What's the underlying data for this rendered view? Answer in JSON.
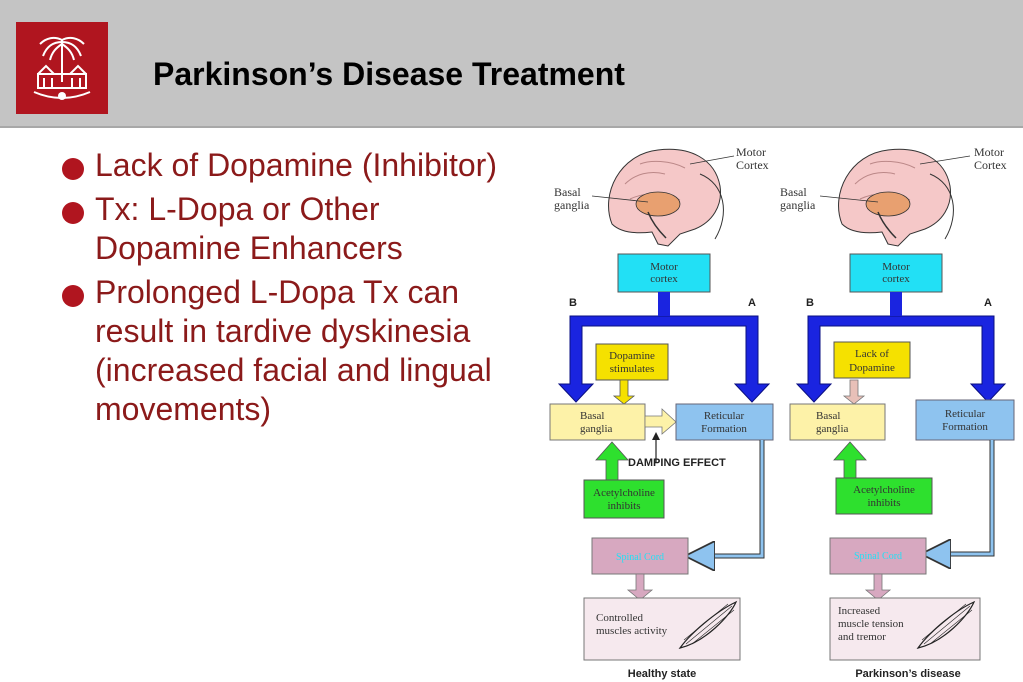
{
  "slide": {
    "title": "Parkinson’s Disease Treatment",
    "bullets": [
      "Lack of Dopamine (Inhibitor)",
      "Tx: L-Dopa or Other Dopamine Enhancers",
      "Prolonged L-Dopa Tx can result in tardive dyskinesia (increased facial and lingual movements)"
    ]
  },
  "diagram": {
    "healthy": {
      "motor_cortex_label": [
        "Motor",
        "Cortex"
      ],
      "basal_ganglia_label": [
        "Basal",
        "ganglia"
      ],
      "box_motor_cortex": [
        "Motor",
        "cortex"
      ],
      "path_b": "B",
      "path_a": "A",
      "box_dopamine": [
        "Dopamine",
        "stimulates"
      ],
      "box_basal": [
        "Basal",
        "ganglia"
      ],
      "box_reticular": [
        "Reticular",
        "Formation"
      ],
      "damping": "DAMPING EFFECT",
      "box_acetylcholine": [
        "Acetylcholine",
        "inhibits"
      ],
      "box_spinal": "Spinal Cord",
      "box_result": [
        "Controlled",
        "muscles activity"
      ],
      "caption": "Healthy state"
    },
    "disease": {
      "motor_cortex_label": [
        "Motor",
        "Cortex"
      ],
      "basal_ganglia_label": [
        "Basal",
        "ganglia"
      ],
      "box_motor_cortex": [
        "Motor",
        "cortex"
      ],
      "path_b": "B",
      "path_a": "A",
      "box_dopamine": [
        "Lack of",
        "Dopamine"
      ],
      "box_basal": [
        "Basal",
        "ganglia"
      ],
      "box_reticular": [
        "Reticular",
        "Formation"
      ],
      "box_acetylcholine": [
        "Acetylcholine",
        "inhibits"
      ],
      "box_spinal": "Spinal Cord",
      "box_result": [
        "Increased",
        "muscle tension",
        "and tremor"
      ],
      "caption": "Parkinson’s disease"
    },
    "colors": {
      "cyan": "#22e0f5",
      "yellow": "#f5e100",
      "pale_yellow": "#fdf2a8",
      "light_blue": "#8ec3ef",
      "green": "#2ee02e",
      "pink": "#d7a8c0",
      "pale_pink": "#f6e9ee",
      "blue_path": "#1a24e0",
      "brain": "#f5c8c8",
      "brain_inner": "#e8a070"
    }
  }
}
